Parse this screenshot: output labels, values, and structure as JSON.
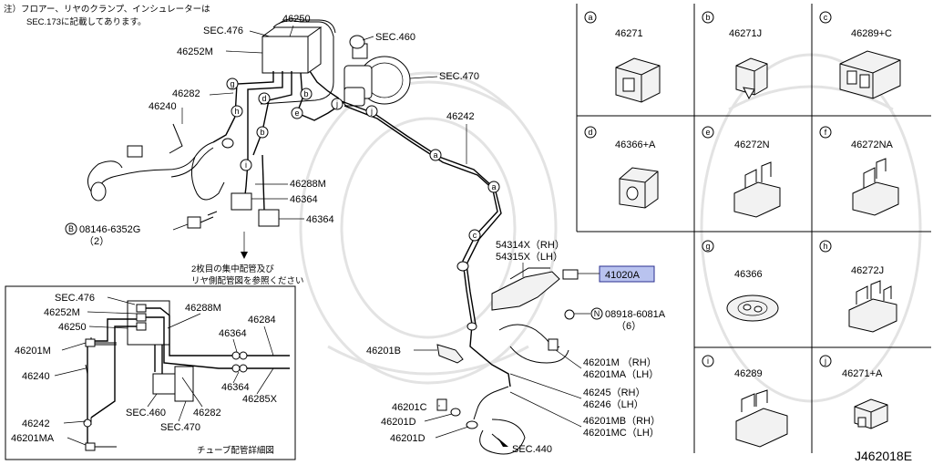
{
  "header_note": {
    "line1": "注）フロアー、リヤのクランプ、インシュレーターは",
    "line2": "SEC.173に記載してあります。"
  },
  "main_labels": {
    "sec476_top": "SEC.476",
    "p46250_top": "46250",
    "sec460_top": "SEC.460",
    "p46252m_top": "46252M",
    "sec470_top": "SEC.470",
    "p46282_top": "46282",
    "p46240_top": "46240",
    "p46242_top": "46242",
    "p46288m_top": "46288M",
    "p46364_a": "46364",
    "p46364_b": "46364",
    "bolt_code": "08146-6352G",
    "bolt_qty": "（2）",
    "note2_line1": "2枚目の集中配管及び",
    "note2_line2": "リヤ側配管図を参照ください",
    "p54314x": "54314X（RH）",
    "p54315x": "54315X（LH）",
    "p41020a": "41020A",
    "nut_code": "08918-6081A",
    "nut_qty": "（6）",
    "p46201b": "46201B",
    "p46201m_rh": "46201M （RH）",
    "p46201ma_lh": "46201MA（LH）",
    "p46245": "46245（RH）",
    "p46246": "46246（LH）",
    "p46201c": "46201C",
    "p46201d_a": "46201D",
    "p46201mb": "46201MB（RH）",
    "p46201mc": "46201MC（LH）",
    "p46201d_b": "46201D",
    "sec440": "SEC.440",
    "diagram_id": "J462018E"
  },
  "circle_markers": [
    "a",
    "b",
    "c",
    "d",
    "e",
    "f",
    "g",
    "h",
    "i",
    "j"
  ],
  "detail_box": {
    "sec476": "SEC.476",
    "p46252m": "46252M",
    "p46250": "46250",
    "p46288m": "46288M",
    "p46284": "46284",
    "p46364_a": "46364",
    "p46201m": "46201M",
    "p46240": "46240",
    "p46364_b": "46364",
    "p46285x": "46285X",
    "sec460": "SEC.460",
    "p46282": "46282",
    "p46242": "46242",
    "sec470": "SEC.470",
    "p46201ma": "46201MA",
    "caption": "チューブ配管詳細図"
  },
  "parts_grid": [
    {
      "marker": "a",
      "part": "46271"
    },
    {
      "marker": "b",
      "part": "46271J"
    },
    {
      "marker": "c",
      "part": "46289+C"
    },
    {
      "marker": "d",
      "part": "46366+A"
    },
    {
      "marker": "e",
      "part": "46272N"
    },
    {
      "marker": "f",
      "part": "46272NA"
    },
    {
      "marker": "g",
      "part": "46366"
    },
    {
      "marker": "h",
      "part": "46272J"
    },
    {
      "marker": "i",
      "part": "46289"
    },
    {
      "marker": "j",
      "part": "46271+A"
    }
  ],
  "colors": {
    "line": "#000000",
    "highlight_fill": "#b9c3ef",
    "highlight_border": "#2a2f8f",
    "watermark": "#dcdcdc"
  }
}
